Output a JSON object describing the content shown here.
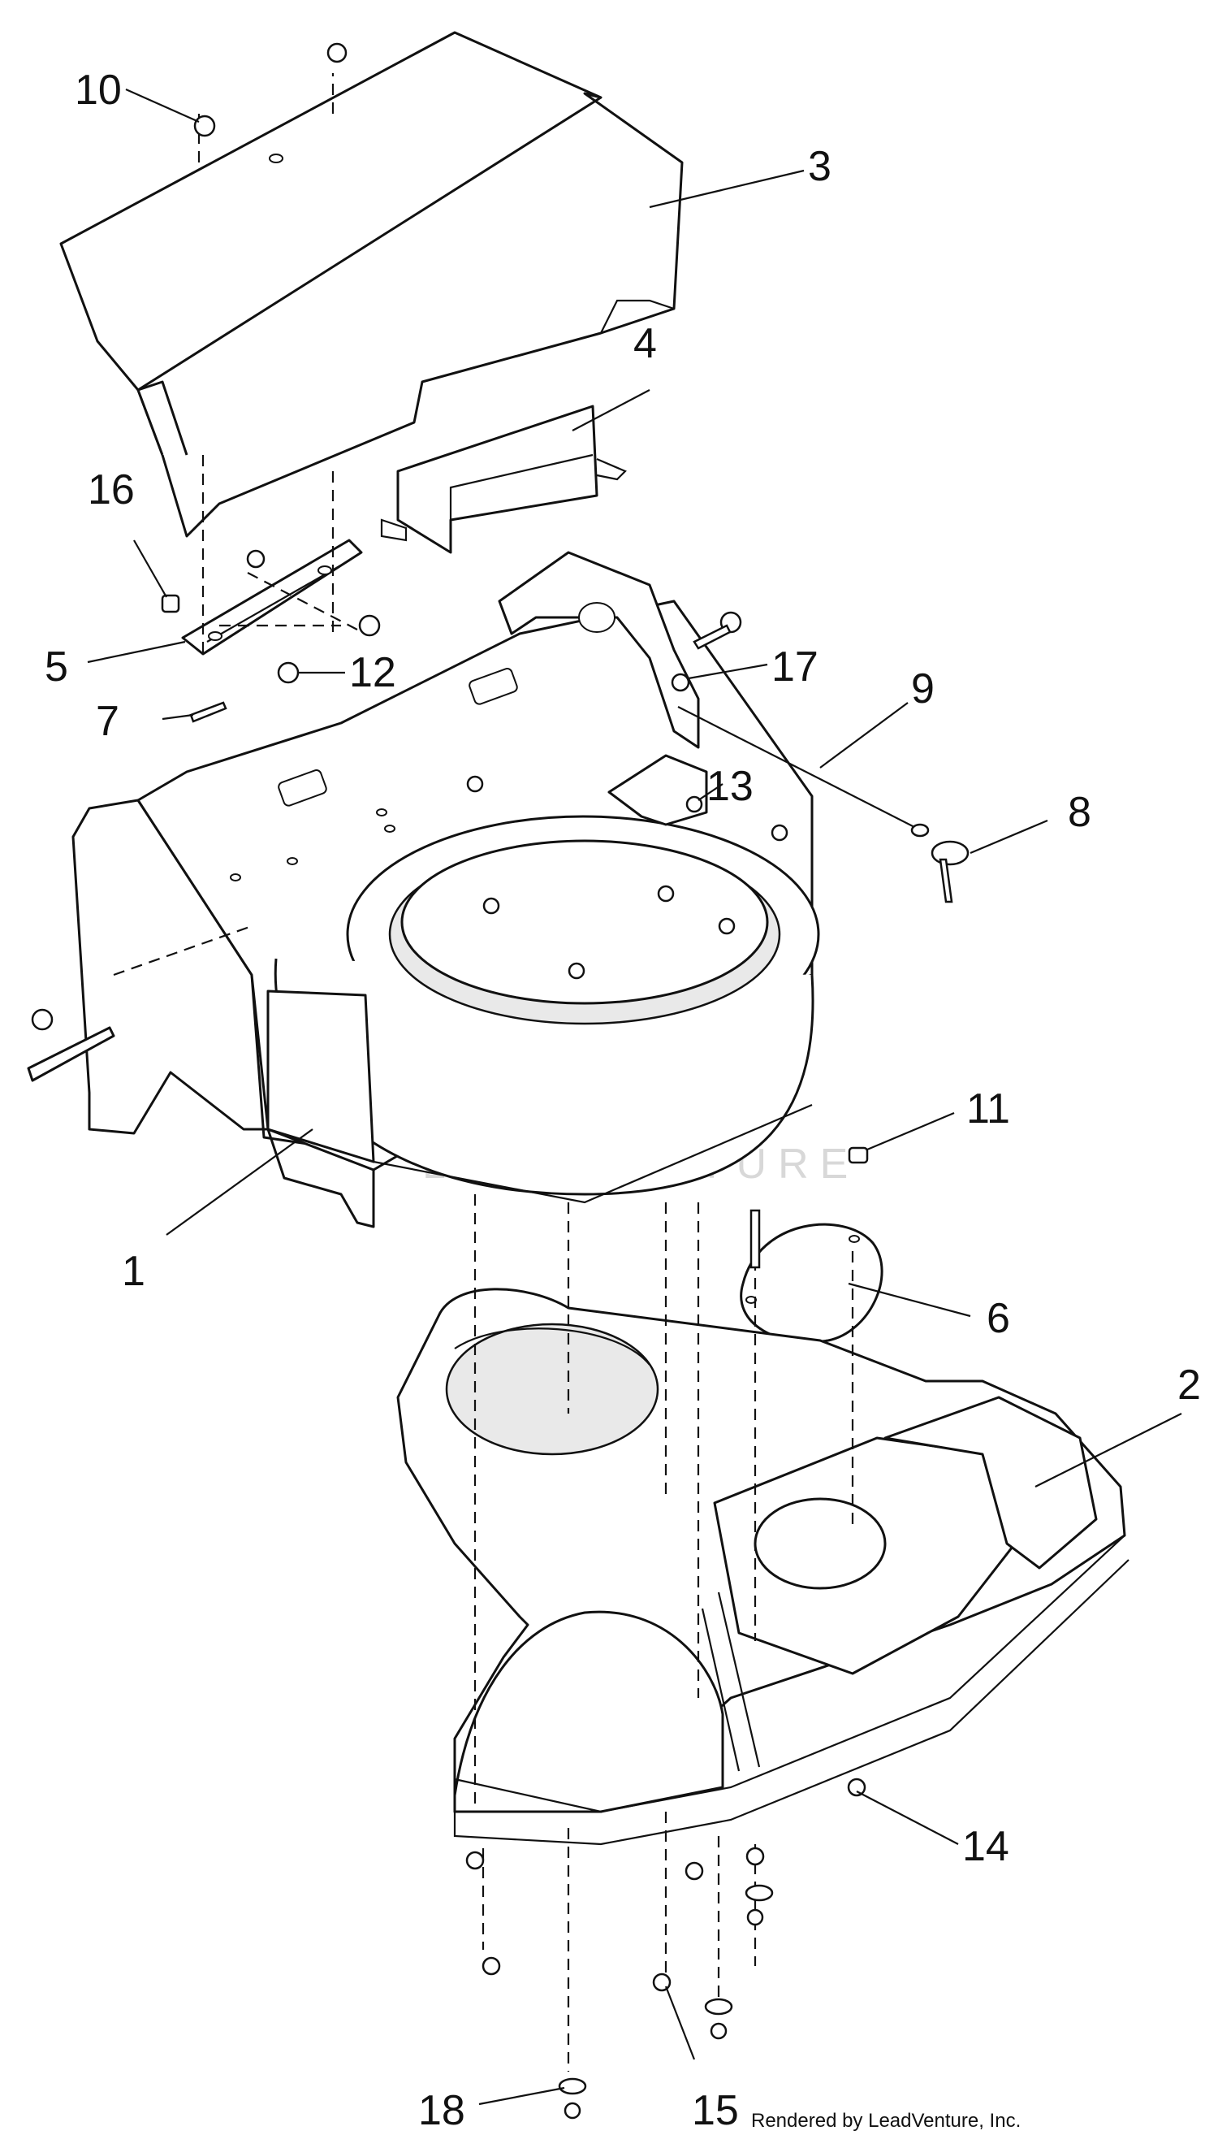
{
  "callouts": [
    {
      "id": "1",
      "label": "1"
    },
    {
      "id": "2",
      "label": "2"
    },
    {
      "id": "3",
      "label": "3"
    },
    {
      "id": "4",
      "label": "4"
    },
    {
      "id": "5",
      "label": "5"
    },
    {
      "id": "6",
      "label": "6"
    },
    {
      "id": "7",
      "label": "7"
    },
    {
      "id": "8",
      "label": "8"
    },
    {
      "id": "9",
      "label": "9"
    },
    {
      "id": "10",
      "label": "10"
    },
    {
      "id": "11",
      "label": "11"
    },
    {
      "id": "12",
      "label": "12"
    },
    {
      "id": "13",
      "label": "13"
    },
    {
      "id": "14",
      "label": "14"
    },
    {
      "id": "15",
      "label": "15"
    },
    {
      "id": "16",
      "label": "16"
    },
    {
      "id": "17",
      "label": "17"
    },
    {
      "id": "18",
      "label": "18"
    }
  ],
  "watermark": "LEADVENTURE",
  "credit": "Rendered by LeadVenture, Inc."
}
